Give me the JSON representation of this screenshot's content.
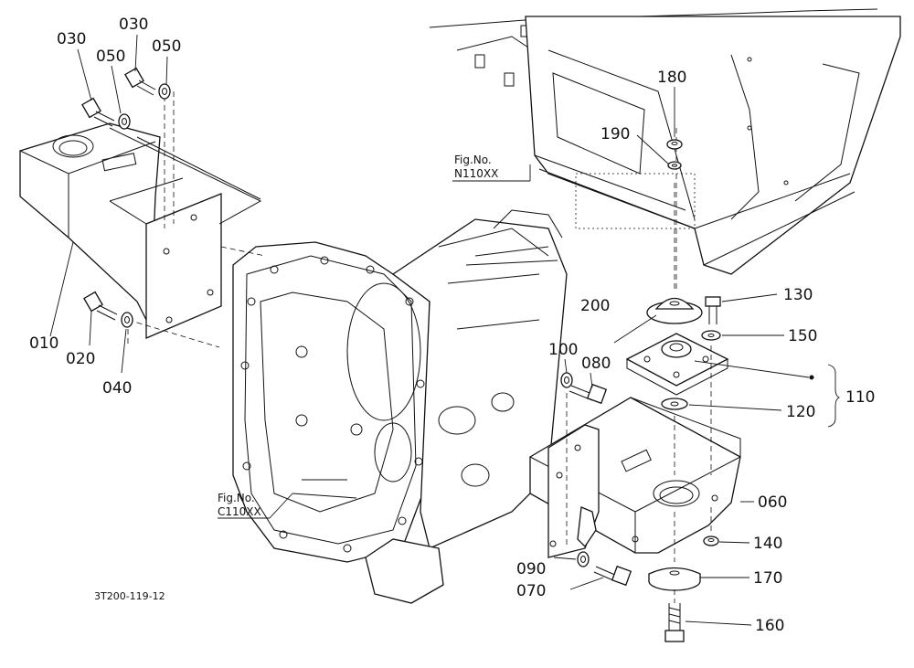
{
  "callouts": {
    "p010": "010",
    "p020": "020",
    "p030a": "030",
    "p030b": "030",
    "p040": "040",
    "p050a": "050",
    "p050b": "050",
    "p060": "060",
    "p070": "070",
    "p080": "080",
    "p090": "090",
    "p100": "100",
    "p110": "110",
    "p120": "120",
    "p130": "130",
    "p140": "140",
    "p150": "150",
    "p160": "160",
    "p170": "170",
    "p180": "180",
    "p190": "190",
    "p200": "200"
  },
  "figure_refs": {
    "n_label": "Fig.No.",
    "n_number": "N110XX",
    "c_label": "Fig.No.",
    "c_number": "C110XX"
  },
  "drawing_code": "3T200-119-12"
}
